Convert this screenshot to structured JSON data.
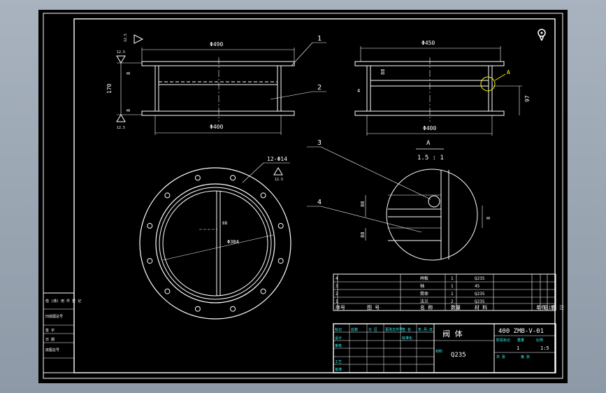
{
  "drawing": {
    "front_view": {
      "top_diameter": "Φ490",
      "bottom_diameter": "Φ400",
      "height": "170",
      "flange_thickness_top": "8",
      "flange_thickness_bottom": "8",
      "roughness_top": "12.5",
      "roughness_left": "12.5",
      "roughness_bottom": "12.5"
    },
    "side_view": {
      "top_diameter": "Φ450",
      "bottom_diameter": "Φ400",
      "dim_plate": "88",
      "dim_gap": "4",
      "dim_height": "97",
      "detail_mark": "A"
    },
    "callouts": [
      "1",
      "2",
      "3",
      "4"
    ],
    "detail": {
      "title": "A",
      "scale": "1.5 : 1",
      "dim_a": "88",
      "dim_b": "88",
      "dim_c": "8"
    },
    "plan_view": {
      "holes": "12-Φ14",
      "roughness": "12.5",
      "center_dim": "88",
      "radius_dim": "Φ384"
    }
  },
  "title_block": {
    "part_name": "阀 体",
    "drawing_number": "400 ZMB-V-01",
    "material": "Q235",
    "scale": "1:5",
    "quantity": "1",
    "bom_headers": [
      "序号",
      "图 号",
      "名 称",
      "数量",
      "材 料",
      "单件",
      "总计",
      "备 注"
    ],
    "bom_rows": [
      [
        "4",
        "",
        "闸板",
        "1",
        "Q235",
        "",
        "",
        ""
      ],
      [
        "3",
        "",
        "轴",
        "1",
        "45",
        "",
        "",
        ""
      ],
      [
        "2",
        "",
        "筒体",
        "1",
        "Q235",
        "",
        "",
        ""
      ],
      [
        "1",
        "",
        "法兰",
        "2",
        "Q235",
        "",
        "",
        ""
      ]
    ],
    "labels": [
      "标记",
      "处数",
      "分 区",
      "更改文件号",
      "签 名",
      "年.月.日",
      "设计",
      "审核",
      "工艺",
      "批准",
      "标准化",
      "阶段标记",
      "重量",
      "比例",
      "共 张",
      "第 张",
      "材料"
    ],
    "side_strip": [
      "借 (通) 用 件 登 记",
      "旧底图总号",
      "签 字",
      "日 期",
      "底图总号"
    ]
  }
}
